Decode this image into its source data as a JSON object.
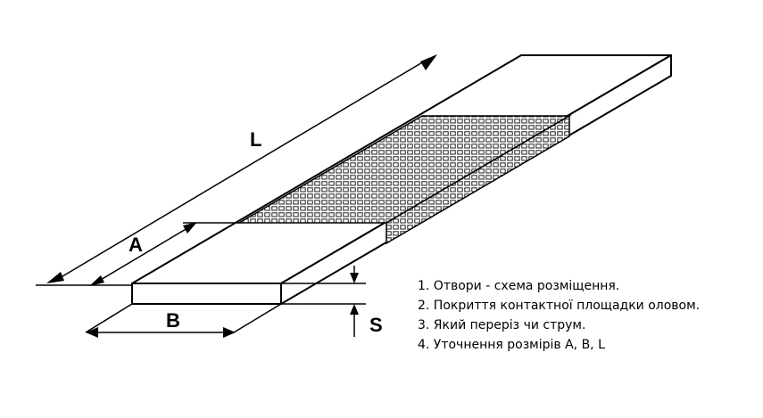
{
  "dimensions": {
    "length": "L",
    "width_a": "A",
    "width_b": "B",
    "thickness": "S"
  },
  "notes": [
    "1. Отвори - схема розміщення.",
    "2. Покриття контактної площадки оловом.",
    "3. Який переріз чи струм.",
    "4. Уточнення розмірів A, B, L"
  ]
}
